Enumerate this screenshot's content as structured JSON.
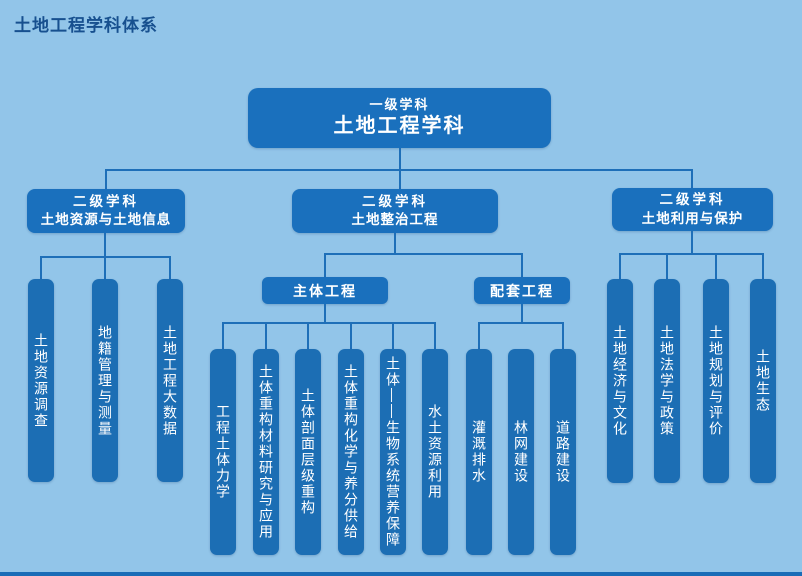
{
  "page": {
    "title": "土地工程学科体系"
  },
  "colors": {
    "background": "#92C5E9",
    "box_fill": "#1A70BD",
    "column_fill": "#1C6EB4",
    "connector_line": "#1E6FB8",
    "title_text": "#17508F",
    "box_text": "#FFFFFF",
    "bottom_bar": "#1A6CB7"
  },
  "root": {
    "level_label": "一级学科",
    "name": "土地工程学科"
  },
  "branches": [
    {
      "level_label": "二级学科",
      "name": "土地资源与土地信息",
      "columns": [
        "土地资源调查",
        "地籍管理与测量",
        "土地工程大数据"
      ]
    },
    {
      "level_label": "二级学科",
      "name": "土地整治工程",
      "subgroups": [
        {
          "name": "主体工程",
          "columns": [
            "工程土体力学",
            "土体重构材料研究与应用",
            "土体剖面层级重构",
            "土体重构化学与养分供给",
            "土体——生物系统营养保障",
            "水土资源利用"
          ]
        },
        {
          "name": "配套工程",
          "columns": [
            "灌溉排水",
            "林网建设",
            "道路建设"
          ]
        }
      ]
    },
    {
      "level_label": "二级学科",
      "name": "土地利用与保护",
      "columns": [
        "土地经济与文化",
        "土地法学与政策",
        "土地规划与评价",
        "土地生态"
      ]
    }
  ]
}
